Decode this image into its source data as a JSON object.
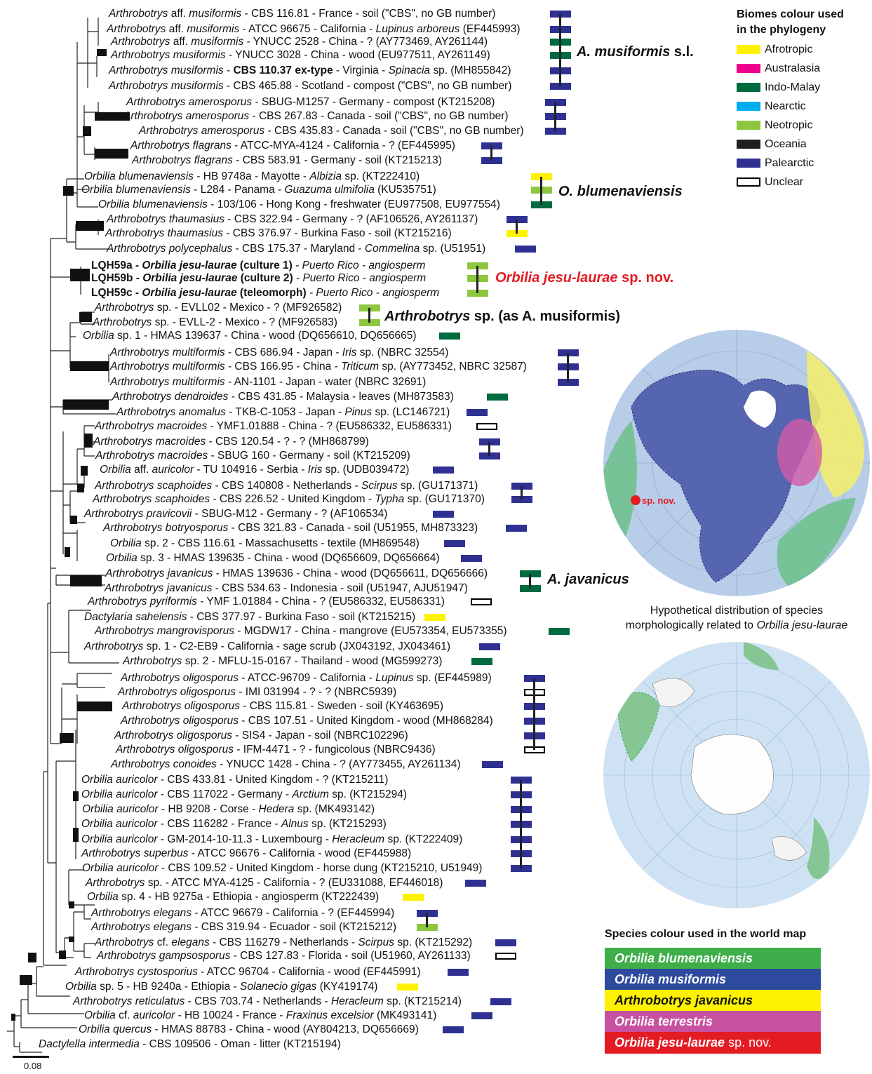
{
  "tips": [
    {
      "p": [
        "",
        "Arthrobotrys",
        " aff. ",
        "musiformis",
        " - CBS 116.81 - France - soil (\"CBS\", no GB number)"
      ]
    },
    {
      "p": [
        "",
        "Arthrobotrys",
        " aff. ",
        "musiformis",
        " - ATCC 96675 - California - ",
        "Lupinus arboreus",
        " (EF445993)"
      ]
    },
    {
      "p": [
        "",
        "Arthrobotrys",
        " aff. ",
        "musiformis",
        " - YNUCC 2528 - China - ? (AY773469, AY261144)"
      ]
    },
    {
      "p": [
        "",
        "Arthrobotrys musiformis",
        " - YNUCC 3028 - China - wood (EU977511, AY261149)"
      ]
    },
    {
      "p": [
        "",
        "Arthrobotrys musiformis",
        " - ",
        "CBS 110.37 ex-type",
        " - Virginia - ",
        "Spinacia",
        " sp. (MH855842)"
      ]
    },
    {
      "p": [
        "",
        "Arthrobotrys musiformis",
        " - CBS 465.88 - Scotland - compost (\"CBS\", no GB number)"
      ]
    },
    {
      "p": [
        "",
        "Arthrobotrys amerosporus",
        " - SBUG-M1257 - Germany - compost (KT215208)"
      ]
    },
    {
      "p": [
        "",
        "Arthrobotrys amerosporus",
        " - CBS 267.83 - Canada - soil (\"CBS\", no GB number)"
      ]
    },
    {
      "p": [
        "",
        "Arthrobotrys amerosporus",
        " - CBS 435.83 - Canada - soil (\"CBS\", no GB number)"
      ]
    },
    {
      "p": [
        "",
        "Arthrobotrys flagrans",
        " - ATCC-MYA-4124 - California - ? (EF445995)"
      ]
    },
    {
      "p": [
        "",
        "Arthrobotrys flagrans",
        " - CBS 583.91 - Germany - soil (KT215213)"
      ]
    },
    {
      "p": [
        "",
        "Orbilia blumenaviensis",
        " - HB 9748a - Mayotte - ",
        "Albizia",
        " sp. (KT222410)"
      ]
    },
    {
      "p": [
        "",
        "Orbilia blumenaviensis",
        " - L284 - Panama - ",
        "Guazuma ulmifolia",
        " (KU535751)"
      ]
    },
    {
      "p": [
        "",
        "Orbilia blumenaviensis",
        " - 103/106 - Hong Kong - freshwater (EU977508, EU977554)"
      ]
    },
    {
      "p": [
        "",
        "Arthrobotrys thaumasius",
        " - CBS 322.94 - Germany - ? (AF106526, AY261137)"
      ]
    },
    {
      "p": [
        "",
        "Arthrobotrys thaumasius",
        " - CBS 376.97 - Burkina Faso - soil (KT215216)"
      ]
    },
    {
      "p": [
        "",
        "Arthrobotrys polycephalus",
        " - CBS 175.37 - Maryland - ",
        "Commelina",
        " sp. (U51951)"
      ]
    },
    {
      "p": [
        "LQH59a - ",
        "Orbilia jesu-laurae",
        " (culture 1)",
        " - Puerto Rico - angiosperm"
      ]
    },
    {
      "p": [
        "LQH59b - ",
        "Orbilia jesu-laurae",
        " (culture 2)",
        " - Puerto Rico - angiosperm"
      ]
    },
    {
      "p": [
        "LQH59c - ",
        "Orbilia jesu-laurae",
        " (teleomorph)",
        " - Puerto Rico - angiosperm"
      ]
    },
    {
      "p": [
        "",
        "Arthrobotrys",
        " sp. - EVLL02 - Mexico - ? (MF926582)"
      ]
    },
    {
      "p": [
        "",
        "Arthrobotrys",
        " sp. - EVLL-2 - Mexico - ? (MF926583)"
      ]
    },
    {
      "p": [
        "",
        "Orbilia",
        " sp. 1 - HMAS 139637 - China - wood (DQ656610, DQ656665)"
      ]
    },
    {
      "p": [
        "",
        "Arthrobotrys multiformis",
        " - CBS 686.94 - Japan - ",
        "Iris",
        " sp. (NBRC 32554)"
      ]
    },
    {
      "p": [
        "",
        "Arthrobotrys multiformis",
        " - CBS 166.95 - China - ",
        "Triticum",
        " sp. (AY773452, NBRC 32587)"
      ]
    },
    {
      "p": [
        "",
        "Arthrobotrys multiformis",
        " - AN-1101 - Japan - water (NBRC 32691)"
      ]
    },
    {
      "p": [
        "",
        "Arthrobotrys dendroides",
        " - CBS 431.85 - Malaysia - leaves (MH873583)"
      ]
    },
    {
      "p": [
        "",
        "Arthrobotrys anomalus",
        " - TKB-C-1053 - Japan - ",
        "Pinus",
        " sp. (LC146721)"
      ]
    },
    {
      "p": [
        "",
        "Arthrobotrys macroides",
        " - YMF1.01888 - China - ? (EU586332, EU586331)"
      ]
    },
    {
      "p": [
        "",
        "Arthrobotrys macroides",
        " - CBS 120.54 - ? - ? (MH868799)"
      ]
    },
    {
      "p": [
        "",
        "Arthrobotrys macroides",
        " - SBUG 160 - Germany - soil (KT215209)"
      ]
    },
    {
      "p": [
        "",
        "Orbilia",
        " aff. ",
        "auricolor",
        " - TU 104916 - Serbia - ",
        "Iris",
        " sp. (UDB039472)"
      ]
    },
    {
      "p": [
        "",
        "Arthrobotrys scaphoides",
        " - CBS 140808 - Netherlands - ",
        "Scirpus",
        " sp. (GU171371)"
      ]
    },
    {
      "p": [
        "",
        "Arthrobotrys scaphoides",
        " - CBS 226.52 - United Kingdom - ",
        "Typha",
        " sp. (GU171370)"
      ]
    },
    {
      "p": [
        "",
        "Arthrobotrys pravicovii",
        " - SBUG-M12 - Germany - ? (AF106534)"
      ]
    },
    {
      "p": [
        "",
        "Arthrobotrys botryosporus",
        " - CBS 321.83 - Canada - soil (U51955, MH873323)"
      ]
    },
    {
      "p": [
        "",
        "Orbilia",
        " sp. 2 - CBS 116.61 - Massachusetts - textile (MH869548)"
      ]
    },
    {
      "p": [
        "",
        "Orbilia",
        " sp. 3 - HMAS 139635 - China - wood (DQ656609, DQ656664)"
      ]
    },
    {
      "p": [
        "",
        "Arthrobotrys javanicus",
        " - HMAS 139636 - China - wood (DQ656611, DQ656666)"
      ]
    },
    {
      "p": [
        "",
        "Arthrobotrys javanicus",
        " - CBS 534.63 - Indonesia - soil (U51947, AJU51947)"
      ]
    },
    {
      "p": [
        "",
        "Arthrobotrys pyriformis",
        " - YMF 1.01884 - China - ? (EU586332, EU586331)"
      ]
    },
    {
      "p": [
        "",
        "Dactylaria sahelensis",
        " - CBS 377.97 - Burkina Faso - soil (KT215215)"
      ]
    },
    {
      "p": [
        "",
        "Arthrobotrys mangrovisporus",
        " - MGDW17 - China - mangrove (EU573354, EU573355)"
      ]
    },
    {
      "p": [
        "",
        "Arthrobotrys",
        " sp. 1 - C2-EB9 - California - sage scrub (JX043192, JX043461)"
      ]
    },
    {
      "p": [
        "",
        "Arthrobotrys",
        " sp. 2 - MFLU-15-0167 - Thailand - wood (MG599273)"
      ]
    },
    {
      "p": [
        "",
        "Arthrobotrys oligosporus",
        " - ATCC-96709 - California - ",
        "Lupinus",
        " sp. (EF445989)"
      ]
    },
    {
      "p": [
        "",
        "Arthrobotrys oligosporus",
        " - IMI 031994 - ? - ? (NBRC5939)"
      ]
    },
    {
      "p": [
        "",
        "Arthrobotrys oligosporus",
        " - CBS 115.81 - Sweden - soil (KY463695)"
      ]
    },
    {
      "p": [
        "",
        "Arthrobotrys oligosporus",
        " - CBS 107.51 - United Kingdom - wood (MH868284)"
      ]
    },
    {
      "p": [
        "",
        "Arthrobotrys oligosporus",
        " - SIS4 - Japan - soil (NBRC102296)"
      ]
    },
    {
      "p": [
        "",
        "Arthrobotrys oligosporus",
        " - IFM-4471 - ? - fungicolous (NBRC9436)"
      ]
    },
    {
      "p": [
        "",
        "Arthrobotrys conoides",
        " - YNUCC 1428 - China - ? (AY773455, AY261134)"
      ]
    },
    {
      "p": [
        "",
        "Orbilia auricolor",
        " - CBS 433.81 - United Kingdom - ? (KT215211)"
      ]
    },
    {
      "p": [
        "",
        "Orbilia auricolor",
        " - CBS 117022 - Germany - ",
        "Arctium",
        " sp. (KT215294)"
      ]
    },
    {
      "p": [
        "",
        "Orbilia auricolor",
        " - HB 9208 - Corse - ",
        "Hedera",
        " sp. (MK493142)"
      ]
    },
    {
      "p": [
        "",
        "Orbilia auricolor",
        " - CBS 116282 - France - ",
        "Alnus",
        " sp. (KT215293)"
      ]
    },
    {
      "p": [
        "",
        "Orbilia auricolor",
        " - GM-2014-10-11.3 - Luxembourg - ",
        "Heracleum",
        " sp. (KT222409)"
      ]
    },
    {
      "p": [
        "",
        "Arthrobotrys superbus",
        " - ATCC 96676 - California - wood (EF445988)"
      ]
    },
    {
      "p": [
        "",
        "Orbilia auricolor",
        " - CBS 109.52 - United Kingdom - horse dung (KT215210, U51949)"
      ]
    },
    {
      "p": [
        "",
        "Arthrobotrys",
        " sp. - ATCC MYA-4125 - California - ? (EU331088, EF446018)"
      ]
    },
    {
      "p": [
        "",
        "Orbilia",
        " sp. 4 - HB 9275a - Ethiopia - angiosperm (KT222439)"
      ]
    },
    {
      "p": [
        "",
        "Arthrobotrys elegans",
        " - ATCC 96679 - California - ? (EF445994)"
      ]
    },
    {
      "p": [
        "",
        "Arthrobotrys elegans",
        " - CBS 319.94 - Ecuador - soil (KT215212)"
      ]
    },
    {
      "p": [
        "",
        "Arthrobotrys",
        " cf. ",
        "elegans",
        " - CBS 116279 - Netherlands - ",
        "Scirpus",
        " sp. (KT215292)"
      ]
    },
    {
      "p": [
        "",
        "Arthrobotrys gampsosporus",
        " - CBS 127.83 - Florida - soil (U51960, AY261133)"
      ]
    },
    {
      "p": [
        "",
        "Arthrobotrys cystosporius",
        " - ATCC 96704 - California - wood (EF445991)"
      ]
    },
    {
      "p": [
        "",
        "Orbilia",
        " sp. 5 - HB 9240a - Ethiopia - ",
        "Solanecio gigas",
        " (KY419174)"
      ]
    },
    {
      "p": [
        "",
        "Arthrobotrys reticulatus",
        " - CBS 703.74 - Netherlands - ",
        "Heracleum",
        " sp. (KT215214)"
      ]
    },
    {
      "p": [
        "",
        "Orbilia",
        " cf. ",
        "auricolor",
        " - HB 10024 - France - ",
        "Fraxinus excelsior",
        " (MK493141)"
      ]
    },
    {
      "p": [
        "",
        "Orbilia quercus",
        " - HMAS 88783 - China - wood (AY804213, DQ656669)"
      ]
    },
    {
      "p": [
        "",
        "Dactylella intermedia",
        " - CBS 109506 - Oman - litter (KT215194)"
      ]
    }
  ],
  "clade_labels": [
    {
      "name": "A. musiformis",
      "suffix": " s.l."
    },
    {
      "name": "O. blumenaviensis",
      "suffix": ""
    },
    {
      "name": "Orbilia jesu-laurae",
      "suffix": " sp. nov."
    },
    {
      "name": "Arthrobotrys",
      "suffix": " sp. (as A. musiformis)"
    },
    {
      "name": "A. javanicus",
      "suffix": ""
    }
  ],
  "legend": {
    "title_line1": "Biomes colour used",
    "title_line2": "in the phylogeny",
    "items": [
      {
        "label": "Afrotropic",
        "color": "#fff200"
      },
      {
        "label": "Australasia",
        "color": "#ec008c"
      },
      {
        "label": "Indo-Malay",
        "color": "#006b3f"
      },
      {
        "label": "Nearctic",
        "color": "#00aeef"
      },
      {
        "label": "Neotropic",
        "color": "#8dc63f"
      },
      {
        "label": "Oceania",
        "color": "#231f20"
      },
      {
        "label": "Palearctic",
        "color": "#2e3192"
      },
      {
        "label": "Unclear",
        "color": "#ffffff"
      }
    ]
  },
  "map_caption_line1": "Hypothetical distribution of species",
  "map_caption_line2_prefix": "morphologically related to ",
  "map_caption_line2_italic": "Orbilia jesu-laurae",
  "map_marker_label": "sp. nov.",
  "species_legend": {
    "title": "Species colour used in the world map",
    "items": [
      {
        "name": "Orbilia blumenaviensis",
        "suffix": "",
        "color": "#3dae49"
      },
      {
        "name": "Orbilia musiformis",
        "suffix": "",
        "color": "#2e4a9e"
      },
      {
        "name": "Arthrobotrys javanicus",
        "suffix": "",
        "color": "#fff200"
      },
      {
        "name": "Orbilia terrestris",
        "suffix": "",
        "color": "#c850a0"
      },
      {
        "name": "Orbilia jesu-laurae",
        "suffix": " sp. nov.",
        "color": "#e31b23"
      }
    ]
  },
  "scale_label": "0.08"
}
